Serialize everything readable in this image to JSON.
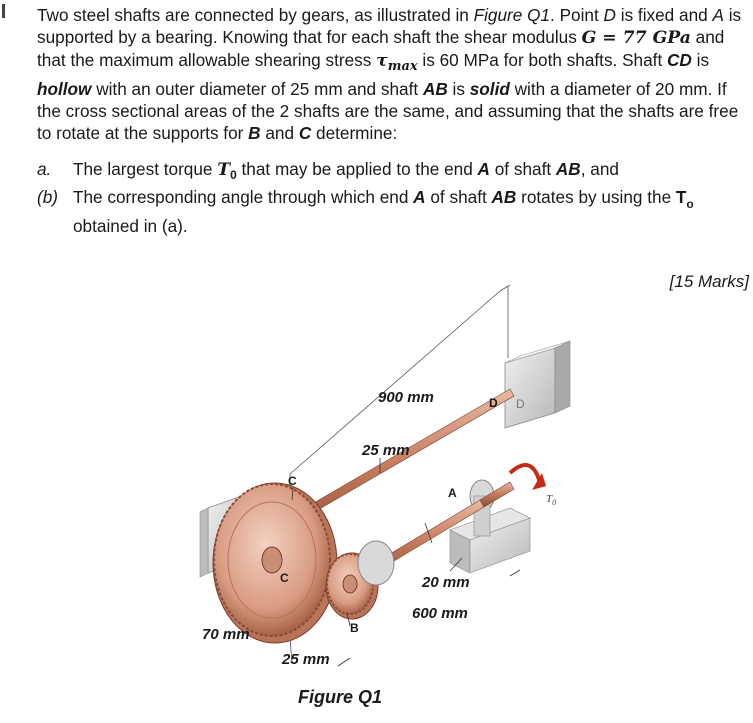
{
  "problem": {
    "intro_parts": [
      "Two steel shafts are connected by gears, as illustrated in ",
      "Figure Q1",
      ". Point ",
      "D",
      " is fixed and ",
      "A",
      " is supported by a bearing. Knowing that for each shaft the shear modulus ",
      "G = 77 GPa",
      " and that the maximum allowable shearing stress ",
      "τ",
      "max",
      " is 60 MPa for both shafts. Shaft ",
      "CD",
      " is ",
      "hollow",
      " with an outer diameter of 25 mm and shaft ",
      "AB",
      " is ",
      "solid",
      " with a diameter of 20 mm. If the cross sectional areas of the 2 shafts are the same, and assuming that the shafts are free to rotate at the supports for ",
      "B",
      " and ",
      "C",
      " determine:"
    ],
    "item_a": {
      "marker": "a.",
      "parts": [
        "The largest torque ",
        "T",
        "0",
        " that may be applied to the end ",
        "A",
        " of shaft ",
        "AB",
        ", and"
      ]
    },
    "item_b": {
      "marker": "(b)",
      "parts": [
        "The corresponding angle through which end ",
        "A",
        " of shaft ",
        "AB",
        " rotates by using the ",
        "T",
        "o",
        " obtained in (a)."
      ]
    },
    "marks": "[15 Marks]"
  },
  "figure": {
    "label_900": "900 mm",
    "label_25_top": "25 mm",
    "label_20": "20 mm",
    "label_600": "600 mm",
    "label_70": "70 mm",
    "label_25_bottom": "25 mm",
    "letter_c_top": "C",
    "letter_c_gear": "C",
    "letter_a": "A",
    "letter_b": "B",
    "letter_d": "D",
    "letter_d2": "D",
    "torque_label": "T",
    "torque_sub": "0",
    "caption": "Figure Q1"
  }
}
